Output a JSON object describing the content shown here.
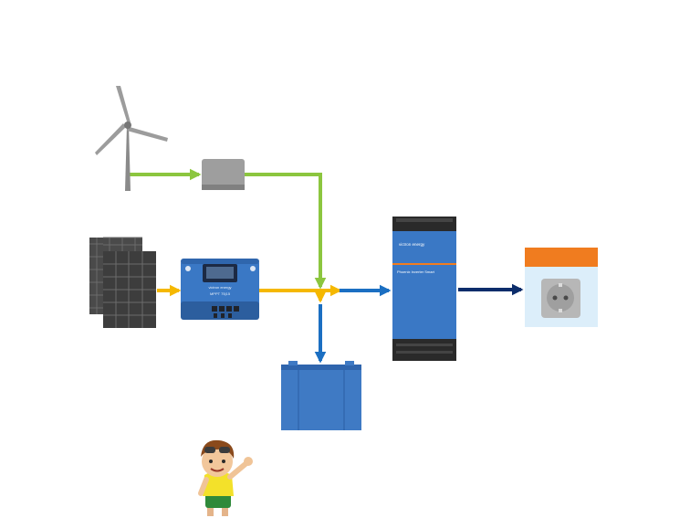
{
  "diagram": {
    "flows": [
      {
        "id": "wind-to-rectifier",
        "color": "#8cc63f"
      },
      {
        "id": "rectifier-to-junction",
        "color": "#8cc63f"
      },
      {
        "id": "panels-to-controller",
        "color": "#f5b800"
      },
      {
        "id": "controller-to-junction",
        "color": "#f5b800"
      },
      {
        "id": "junction-to-inverter",
        "color": "#1b6fc2"
      },
      {
        "id": "junction-to-battery",
        "color": "#1b6fc2"
      },
      {
        "id": "inverter-to-outlet",
        "color": "#0c2d6b"
      }
    ],
    "components": {
      "wind_turbine": {
        "icon": "wind-turbine-icon"
      },
      "rectifier": {
        "icon": "rectifier-box-icon"
      },
      "solar_panels": {
        "icon": "solar-panel-icon"
      },
      "charge_controller": {
        "icon": "mppt-charge-controller-icon",
        "brand": "victron energy",
        "model": "MPPT 75|15"
      },
      "battery": {
        "icon": "battery-icon"
      },
      "inverter": {
        "icon": "inverter-icon",
        "brand": "victron energy",
        "model": "Phoenix Inverter Smart"
      },
      "outlet": {
        "icon": "power-outlet-icon"
      },
      "mascot": {
        "icon": "cartoon-boy-icon"
      }
    },
    "colors": {
      "victron_blue": "#3a78c5",
      "outlet_orange": "#f07c1f",
      "wind_green": "#8cc63f",
      "solar_yellow": "#f5b800",
      "dc_blue": "#1b6fc2",
      "ac_navy": "#0c2d6b"
    }
  }
}
